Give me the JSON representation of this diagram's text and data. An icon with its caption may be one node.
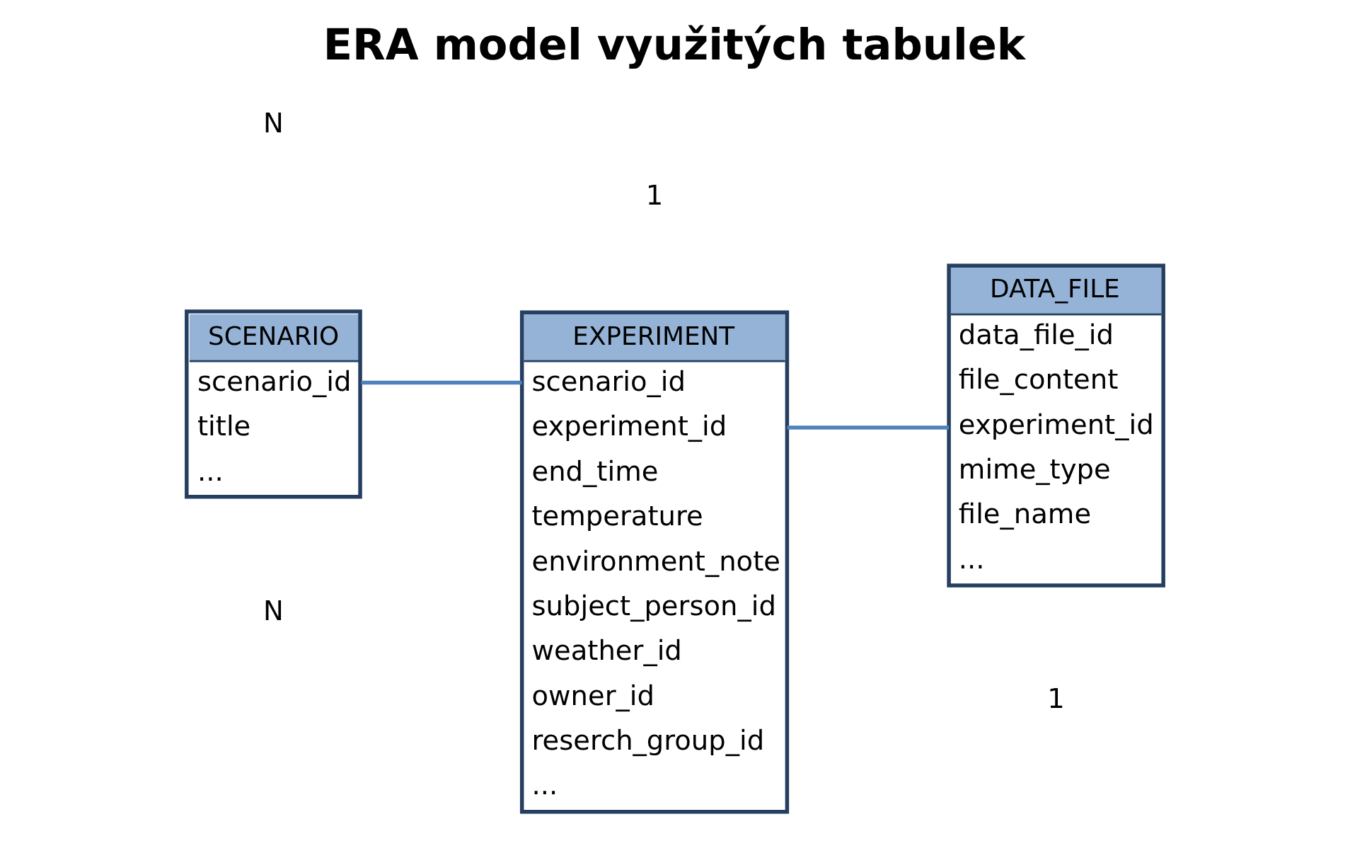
{
  "diagram": {
    "title": "ERA model využitých tabulek",
    "nodes": [
      {
        "text": [
          "SCENARIO",
          "scenario_id",
          "title",
          "..."
        ]
      },
      {
        "text": [
          "EXPERIMENT",
          "scenario_id",
          "experiment_id",
          "end_time",
          "temperature",
          "environment_note",
          "subject_person_id",
          "weather_id",
          "owner_id",
          "reserch_group_id",
          "..."
        ]
      },
      {
        "text": [
          "DATA_FILE",
          "data_file_id",
          "file_content",
          "experiment_id",
          "mime_type",
          "file_name",
          "..."
        ]
      }
    ],
    "edges": [
      {
        "from": 0,
        "to": 1,
        "arrow": "none"
      },
      {
        "from": 1,
        "to": 2,
        "arrow": "none"
      }
    ],
    "labels": [
      "1",
      "N",
      "1",
      "N"
    ]
  }
}
